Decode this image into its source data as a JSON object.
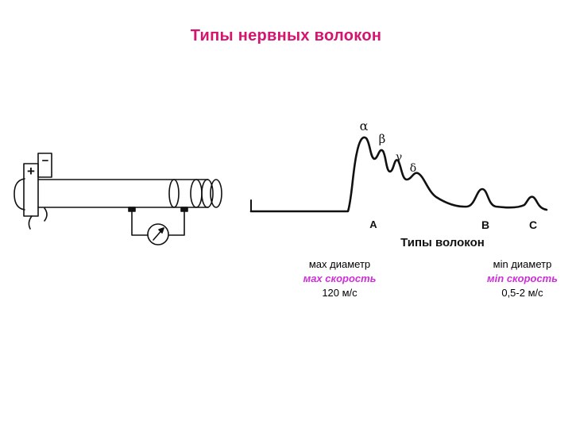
{
  "title": "Типы нервных волокон",
  "diagram": {
    "electrode_plus": "+",
    "electrode_minus": "−",
    "wave_labels": {
      "alpha": "α",
      "beta": "β",
      "gamma": "γ",
      "delta": "δ",
      "A": "A",
      "B": "B",
      "C": "C"
    },
    "caption": "Типы волокон"
  },
  "left_stats": {
    "diameter": "мах диаметр",
    "speed": "мах скорость",
    "value": "120 м/с"
  },
  "right_stats": {
    "diameter": "мin диаметр",
    "speed": "мin скорость",
    "value": "0,5-2 м/с"
  },
  "colors": {
    "title": "#d4146e",
    "speed": "#cc2fd6",
    "ink": "#111111"
  }
}
